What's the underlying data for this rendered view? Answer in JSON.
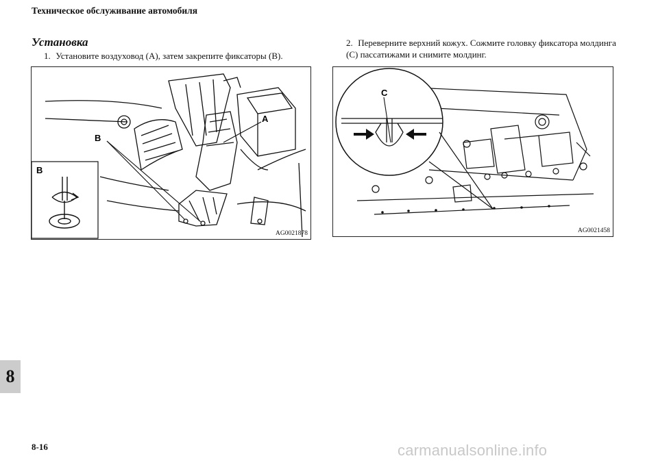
{
  "header": {
    "title": "Техническое обслуживание автомобиля"
  },
  "section": {
    "title": "Установка"
  },
  "steps": [
    {
      "number": "1.",
      "text": "Установите воздуховод (A), затем закрепите фиксаторы (B)."
    },
    {
      "number": "2.",
      "text": "Переверните верхний кожух. Сожмите головку фиксатора молдинга (C) пассатижами и снимите молдинг."
    }
  ],
  "figures": [
    {
      "code": "AG0021878",
      "labels": {
        "a": "A",
        "b": "B",
        "inset": "B"
      }
    },
    {
      "code": "AG0021458",
      "labels": {
        "c": "C"
      }
    }
  ],
  "chapter_tab": "8",
  "page_number": "8-16",
  "watermark": "carmanualsonline.info"
}
